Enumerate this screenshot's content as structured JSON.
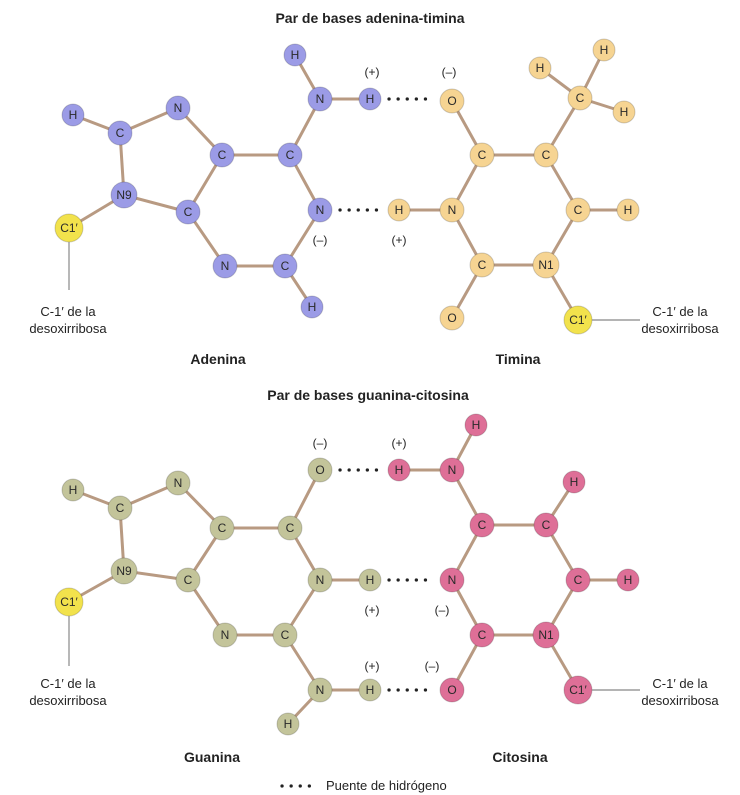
{
  "colors": {
    "adenine": "#9b9be6",
    "thymine": "#f6d492",
    "guanine": "#c3c49a",
    "cytosine": "#de6f97",
    "c1prime": "#f2e24c"
  },
  "at_pair": {
    "title": "Par de bases adenina-timina",
    "adenine_name": "Adenina",
    "thymine_name": "Timina",
    "adenine_note": [
      "C-1′ de la",
      "desoxirribosa"
    ],
    "thymine_note": [
      "C-1′ de la",
      "desoxirribosa"
    ]
  },
  "gc_pair": {
    "title": "Par de bases guanina-citosina",
    "guanine_name": "Guanina",
    "cytosine_name": "Citosina",
    "guanine_note": [
      "C-1′ de la",
      "desoxirribosa"
    ],
    "cytosine_note": [
      "C-1′ de la",
      "desoxirribosa"
    ]
  },
  "legend": {
    "hydrogen_bond": "Puente de hidrógeno"
  }
}
